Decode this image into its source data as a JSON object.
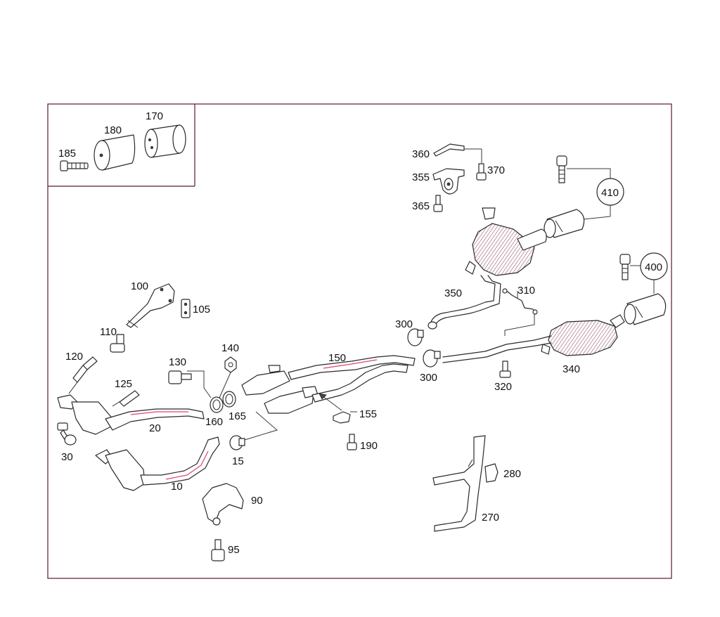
{
  "diagram": {
    "labels": {
      "l10": "10",
      "l15": "15",
      "l20": "20",
      "l30": "30",
      "l90": "90",
      "l95": "95",
      "l100": "100",
      "l105": "105",
      "l110": "110",
      "l120": "120",
      "l125": "125",
      "l130": "130",
      "l140": "140",
      "l150": "150",
      "l155": "155",
      "l160": "160",
      "l165": "165",
      "l170": "170",
      "l180": "180",
      "l185": "185",
      "l190": "190",
      "l270": "270",
      "l280": "280",
      "l300a": "300",
      "l300b": "300",
      "l310": "310",
      "l320": "320",
      "l340": "340",
      "l350": "350",
      "l355": "355",
      "l360": "360",
      "l365": "365",
      "l370": "370",
      "l400": "400",
      "l410": "410"
    },
    "colors": {
      "frame": "#5a1a2a",
      "highlight": "#e0446a",
      "line": "#2a2a2a"
    }
  }
}
